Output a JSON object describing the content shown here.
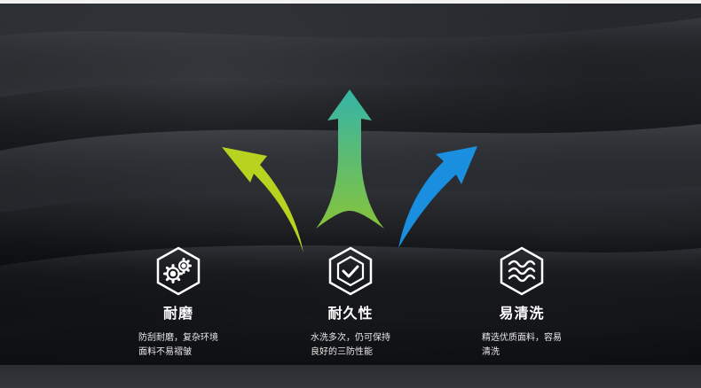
{
  "colors": {
    "arrow_left": "#b7d31f",
    "arrow_center_top": "#35b4a8",
    "arrow_center_bottom": "#86c43a",
    "arrow_right": "#1a8fe0",
    "text": "#ffffff"
  },
  "icons": {
    "durable": "gears-hexagon-icon",
    "long_lasting": "check-shield-hexagon-icon",
    "easy_clean": "waves-hexagon-icon"
  },
  "features": [
    {
      "title": "耐磨",
      "desc_line1": "防刮耐磨，复杂环境",
      "desc_line2": "面料不易褶皱"
    },
    {
      "title": "耐久性",
      "desc_line1": "水洗多次，仍可保持",
      "desc_line2": "良好的三防性能"
    },
    {
      "title": "易清洗",
      "desc_line1": "精选优质面料，容易",
      "desc_line2": "清洗"
    }
  ]
}
